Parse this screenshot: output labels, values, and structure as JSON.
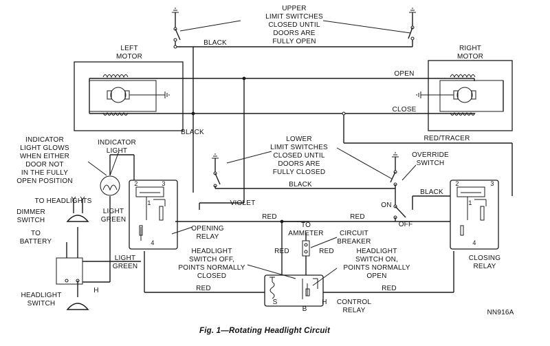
{
  "caption": "Fig. 1—Rotating Headlight Circuit",
  "ref_code": "NN916A",
  "labels": {
    "upper_limit_1": "UPPER",
    "upper_limit_2": "LIMIT SWITCHES",
    "upper_limit_3": "CLOSED UNTIL",
    "upper_limit_4": "DOORS ARE",
    "upper_limit_5": "FULLY OPEN",
    "left_motor_1": "LEFT",
    "left_motor_2": "MOTOR",
    "right_motor_1": "RIGHT",
    "right_motor_2": "MOTOR",
    "black_top": "BLACK",
    "open": "OPEN",
    "close": "CLOSE",
    "black_left": "BLACK",
    "red_tracer": "RED/TRACER",
    "ind_glow_1": "INDICATOR",
    "ind_glow_2": "LIGHT GLOWS",
    "ind_glow_3": "WHEN EITHER",
    "ind_glow_4": "DOOR NOT",
    "ind_glow_5": "IN THE FULLY",
    "ind_glow_6": "OPEN POSITION",
    "ind_light_1": "INDICATOR",
    "ind_light_2": "LIGHT",
    "lower_limit_1": "LOWER",
    "lower_limit_2": "LIMIT SWITCHES",
    "lower_limit_3": "CLOSED UNTIL",
    "lower_limit_4": "DOORS ARE",
    "lower_limit_5": "FULLY CLOSED",
    "override_1": "OVERRIDE",
    "override_2": "SWITCH",
    "black_mid": "BLACK",
    "black_right": "BLACK",
    "to_headlights": "TO HEADLIGHTS",
    "dimmer_1": "DIMMER",
    "dimmer_2": "SWITCH",
    "light_green_1a": "LIGHT",
    "light_green_1b": "GREEN",
    "violet": "VIOLET",
    "on": "ON",
    "off": "OFF",
    "red_a": "RED",
    "red_b": "RED",
    "to_ammeter_1": "TO",
    "to_ammeter_2": "AMMETER",
    "breaker_1": "CIRCUIT",
    "breaker_2": "BREAKER",
    "opening_relay_1": "OPENING",
    "opening_relay_2": "RELAY",
    "to_battery_1": "TO",
    "to_battery_2": "BATTERY",
    "red_c": "RED",
    "red_d": "RED",
    "hl_off_1": "HEADLIGHT",
    "hl_off_2": "SWITCH OFF,",
    "hl_off_3": "POINTS NORMALLY",
    "hl_off_4": "CLOSED",
    "hl_on_1": "HEADLIGHT",
    "hl_on_2": "SWITCH ON,",
    "hl_on_3": "POINTS NORMALLY",
    "hl_on_4": "OPEN",
    "closing_relay_1": "CLOSING",
    "closing_relay_2": "RELAY",
    "light_green_2a": "LIGHT",
    "light_green_2b": "GREEN",
    "hl_switch_1": "HEADLIGHT",
    "hl_switch_2": "SWITCH",
    "h_left": "H",
    "red_e": "RED",
    "red_f": "RED",
    "control_relay_1": "CONTROL",
    "control_relay_2": "RELAY",
    "s_term": "S",
    "b_term": "B",
    "h_term": "H",
    "or_2": "2",
    "or_3": "3",
    "or_1": "1",
    "or_4": "4",
    "cr_2": "2",
    "cr_3": "3",
    "cr_1": "1",
    "cr_4": "4"
  }
}
